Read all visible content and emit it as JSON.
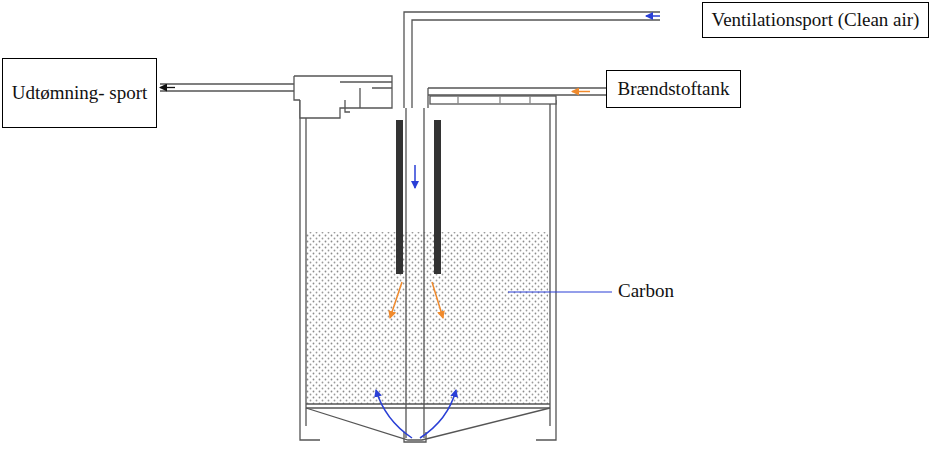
{
  "diagram": {
    "nodes": [
      {
        "text": [
          "Ventilationsport (Clean air)"
        ]
      },
      {
        "text": [
          "Udtømning- sport"
        ]
      },
      {
        "text": [
          "Brændstoftank"
        ]
      }
    ],
    "labels": [
      "Carbon"
    ]
  }
}
